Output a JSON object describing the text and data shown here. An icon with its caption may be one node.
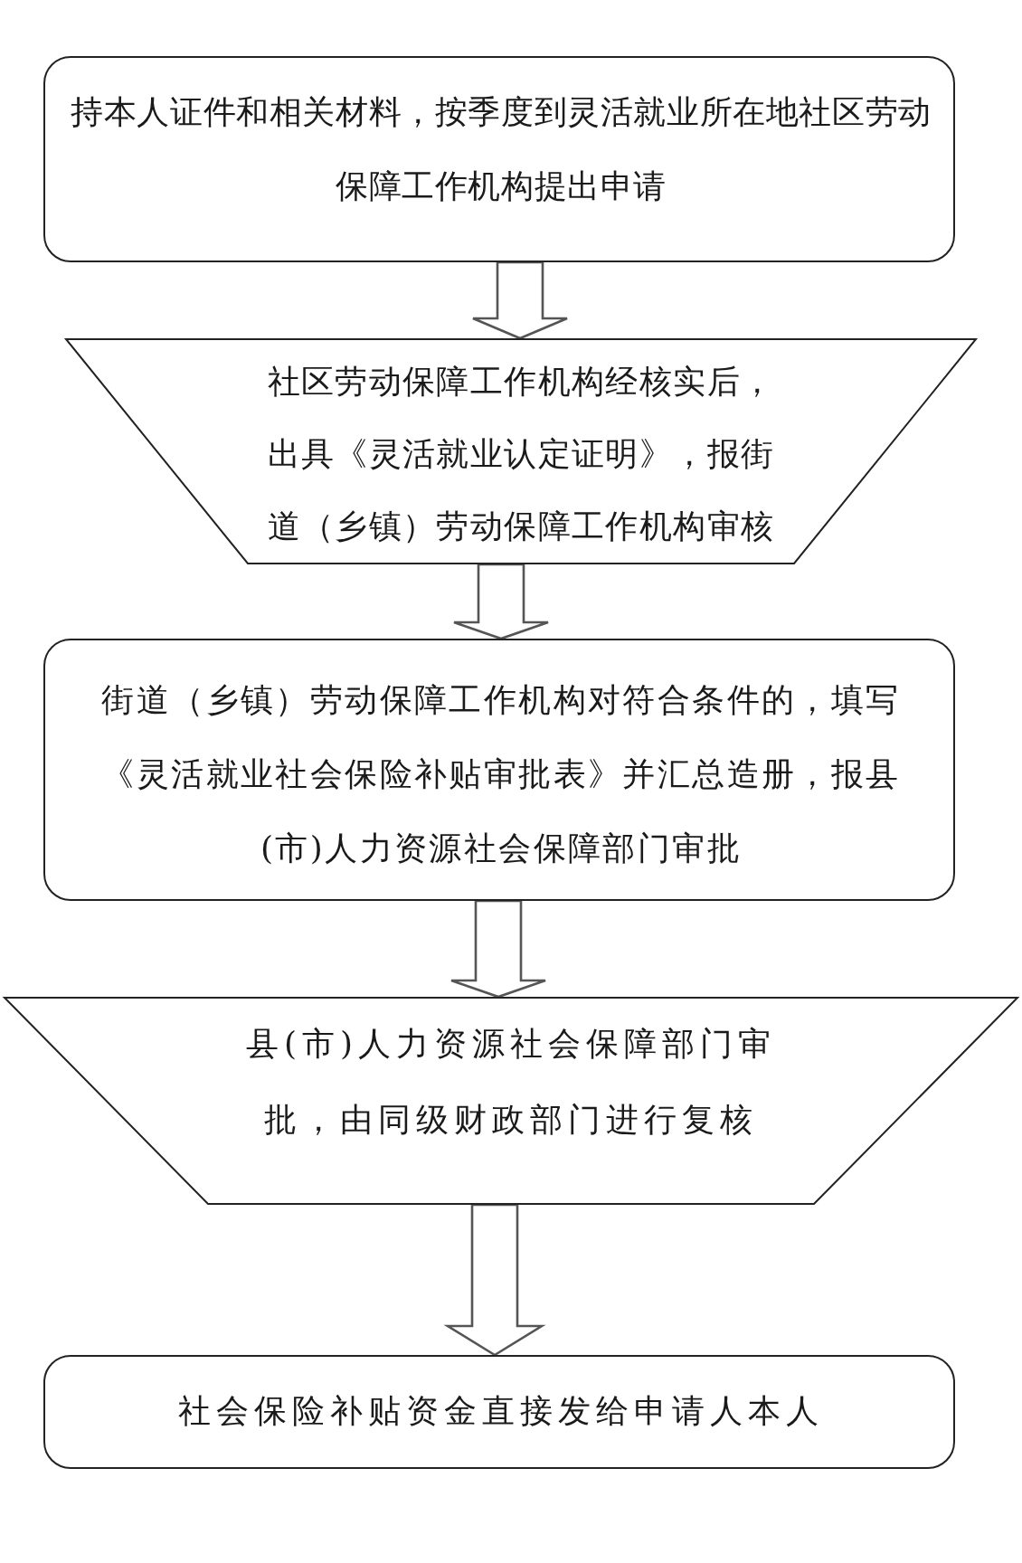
{
  "diagram": {
    "nodes": [
      {
        "text": [
          "持本人证件和相关材料，按季度到灵活就业所在地社区劳动保障工作机构提出申请"
        ]
      },
      {
        "text": [
          "社区劳动保障工作机构经核实后，出具《灵活就业认定证明》，报街道（乡镇）劳动保障工作机构审核"
        ]
      },
      {
        "text": [
          "街道（乡镇）劳动保障工作机构对符合条件的，填写《灵活就业社会保险补贴审批表》并汇总造册，报县(市)人力资源社会保障部门审批"
        ]
      },
      {
        "text": [
          "县(市)人力资源社会保障部门审批，由同级财政部门进行复核"
        ]
      },
      {
        "text": [
          "社会保险补贴资金直接发给申请人本人"
        ]
      }
    ],
    "edges": [
      {
        "from": 0,
        "to": 1,
        "arrow": "to"
      },
      {
        "from": 1,
        "to": 2,
        "arrow": "to"
      },
      {
        "from": 2,
        "to": 3,
        "arrow": "to"
      },
      {
        "from": 3,
        "to": 4,
        "arrow": "to"
      }
    ]
  }
}
